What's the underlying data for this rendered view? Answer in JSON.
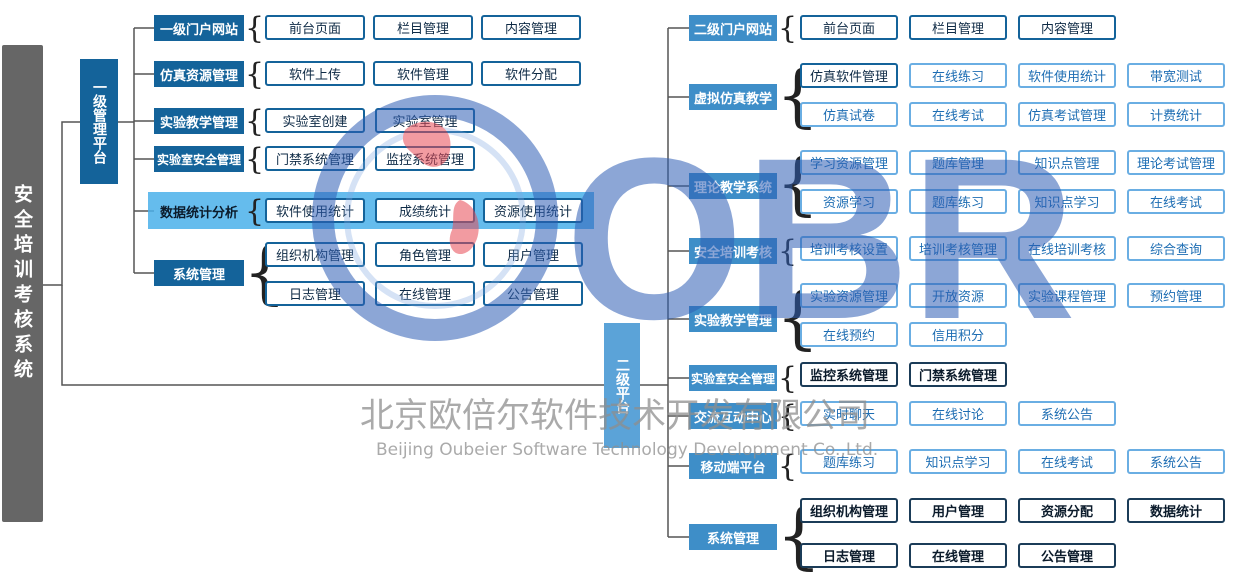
{
  "root": "安全培训考核系统",
  "level1": {
    "label": "一级管理平台",
    "groups": [
      {
        "name": "一级门户网站",
        "items": [
          "前台页面",
          "栏目管理",
          "内容管理"
        ]
      },
      {
        "name": "仿真资源管理",
        "items": [
          "软件上传",
          "软件管理",
          "软件分配"
        ]
      },
      {
        "name": "实验教学管理",
        "items": [
          "实验室创建",
          "实验室管理"
        ]
      },
      {
        "name": "实验室安全管理",
        "items": [
          "门禁系统管理",
          "监控系统管理"
        ]
      },
      {
        "name": "数据统计分析",
        "items": [
          "软件使用统计",
          "成绩统计",
          "资源使用统计"
        ]
      },
      {
        "name": "系统管理",
        "items": [
          "组织机构管理",
          "角色管理",
          "用户管理",
          "日志管理",
          "在线管理",
          "公告管理"
        ]
      }
    ]
  },
  "level2": {
    "label": "二级平台",
    "groups": [
      {
        "name": "二级门户网站",
        "items": [
          "前台页面",
          "栏目管理",
          "内容管理"
        ]
      },
      {
        "name": "虚拟仿真教学",
        "items": [
          "仿真软件管理",
          "在线练习",
          "软件使用统计",
          "带宽测试",
          "仿真试卷",
          "在线考试",
          "仿真考试管理",
          "计费统计"
        ]
      },
      {
        "name": "理论教学系统",
        "items": [
          "学习资源管理",
          "题库管理",
          "知识点管理",
          "理论考试管理",
          "资源学习",
          "题库练习",
          "知识点学习",
          "在线考试"
        ]
      },
      {
        "name": "安全培训考核",
        "items": [
          "培训考核设置",
          "培训考核管理",
          "在线培训考核",
          "综合查询"
        ]
      },
      {
        "name": "实验教学管理",
        "items": [
          "实验资源管理",
          "开放资源",
          "实验课程管理",
          "预约管理",
          "在线预约",
          "信用积分"
        ]
      },
      {
        "name": "实验室安全管理",
        "items": [
          "监控系统管理",
          "门禁系统管理"
        ]
      },
      {
        "name": "交流互动中心",
        "items": [
          "实时聊天",
          "在线讨论",
          "系统公告"
        ]
      },
      {
        "name": "移动端平台",
        "items": [
          "题库练习",
          "知识点学习",
          "在线考试",
          "系统公告"
        ]
      },
      {
        "name": "系统管理",
        "items": [
          "组织机构管理",
          "用户管理",
          "资源分配",
          "数据统计",
          "日志管理",
          "在线管理",
          "公告管理"
        ]
      }
    ]
  },
  "watermark": {
    "logo_text": "OBR",
    "company_cn": "北京欧倍尔软件技术开发有限公司",
    "company_en": "Beijing Oubeier Software Technology Development Co.,Ltd."
  },
  "colors": {
    "root_bg": "#666666",
    "level1_bg": "#14639a",
    "level2_bg": "#5ba3d8",
    "level2_cat_bg": "#3e8ec8",
    "highlight": "#4ab0ea",
    "logo_blue": "#2f5fb5",
    "logo_red": "#e84a55"
  }
}
